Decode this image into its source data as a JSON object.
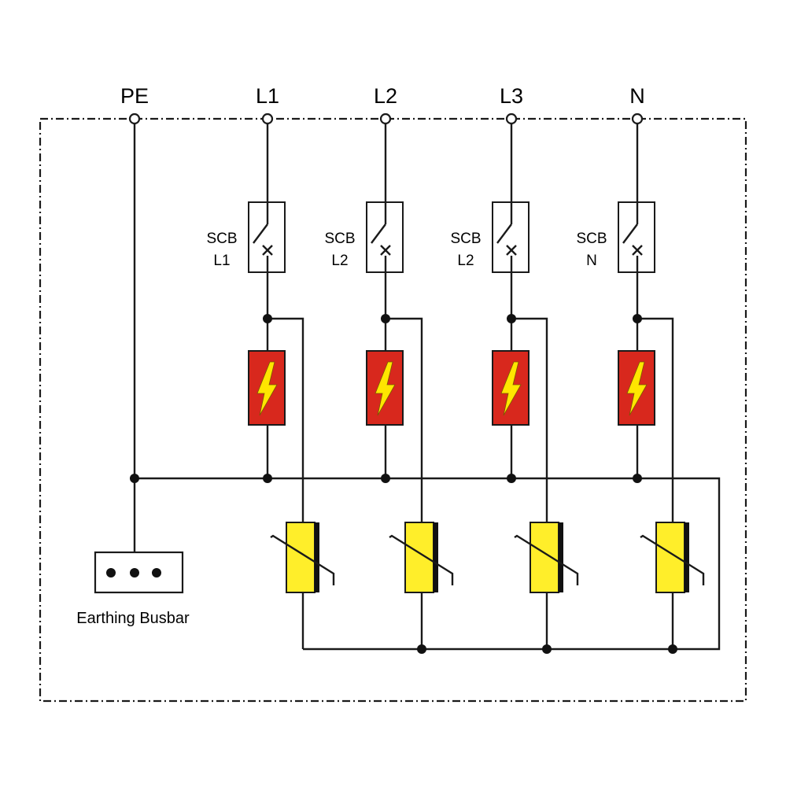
{
  "terminals": [
    {
      "id": "pe",
      "label": "PE"
    },
    {
      "id": "l1",
      "label": "L1"
    },
    {
      "id": "l2",
      "label": "L2"
    },
    {
      "id": "l3",
      "label": "L3"
    },
    {
      "id": "n",
      "label": "N"
    }
  ],
  "breakers": [
    {
      "line1": "SCB",
      "line2": "L1"
    },
    {
      "line1": "SCB",
      "line2": "L2"
    },
    {
      "line1": "SCB",
      "line2": "L2"
    },
    {
      "line1": "SCB",
      "line2": "N"
    }
  ],
  "earthing_busbar": {
    "label": "Earthing Busbar"
  },
  "colors": {
    "surge_protector": "#d8281d",
    "lightning_bolt": "#ffe600",
    "varistor": "#ffee2a"
  },
  "icons": {
    "surge_protector": "lightning-bolt-icon",
    "varistor": "varistor-icon",
    "breaker": "switch-icon"
  }
}
